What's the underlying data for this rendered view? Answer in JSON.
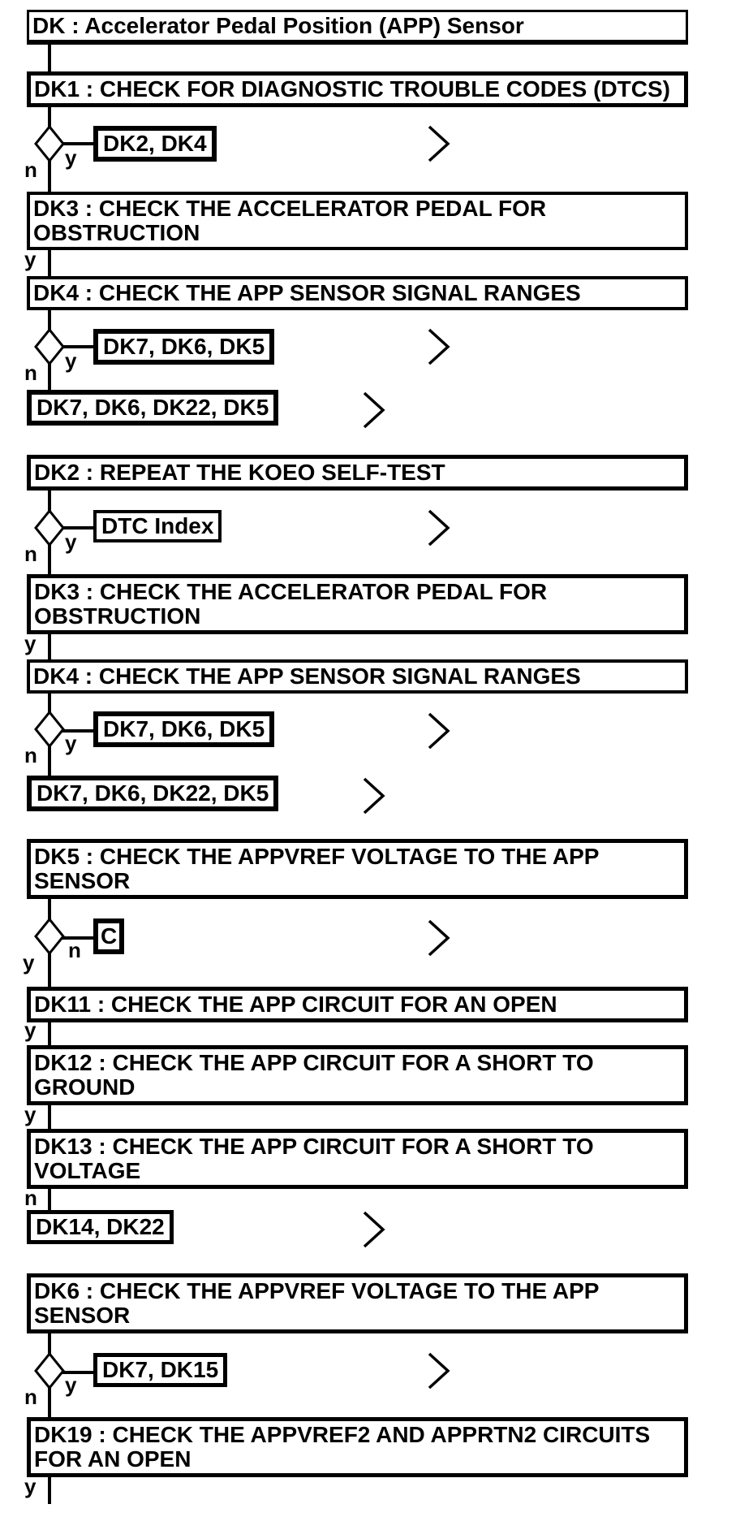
{
  "diagram": {
    "title": "DK : Accelerator Pedal Position (APP) Sensor",
    "colors": {
      "line": "#000000",
      "background": "#ffffff"
    },
    "labels": {
      "yes": "y",
      "no": "n"
    },
    "icons": {
      "continue": "chevron-right",
      "decision": "diamond"
    },
    "steps": {
      "dk1": "DK1 : CHECK FOR DIAGNOSTIC TROUBLE CODES (DTCS)",
      "dk2": "DK2 : REPEAT THE KOEO SELF-TEST",
      "dk3": "DK3 : CHECK THE ACCELERATOR PEDAL FOR\nOBSTRUCTION",
      "dk4": "DK4 : CHECK THE APP SENSOR SIGNAL RANGES",
      "dk5": "DK5 : CHECK THE APPVREF VOLTAGE TO THE APP\nSENSOR",
      "dk6": "DK6 : CHECK THE APPVREF VOLTAGE TO THE APP\nSENSOR",
      "dk11": "DK11 : CHECK THE APP CIRCUIT FOR AN OPEN",
      "dk12": "DK12 : CHECK THE APP CIRCUIT FOR A SHORT TO\nGROUND",
      "dk13": "DK13 : CHECK THE APP CIRCUIT FOR A SHORT TO\nVOLTAGE",
      "dk19": "DK19 : CHECK THE APPVREF2 AND APPRTN2 CIRCUITS\nFOR AN OPEN"
    },
    "branches": {
      "dk2_dk4": "DK2, DK4",
      "dk7_dk6_dk5": "DK7, DK6, DK5",
      "dk7_dk6_dk22_dk5": "DK7, DK6, DK22, DK5",
      "dtc_index": "DTC Index",
      "c": "C",
      "dk14_dk22": "DK14, DK22",
      "dk7_dk15": "DK7, DK15"
    }
  }
}
